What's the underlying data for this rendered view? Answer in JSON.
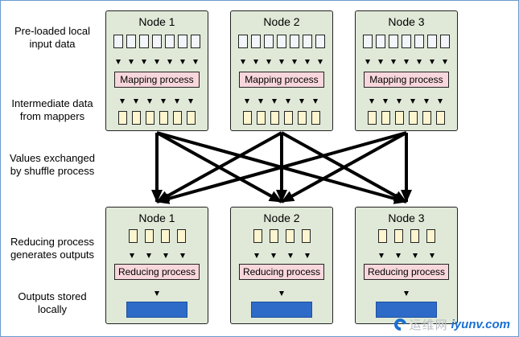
{
  "labels": {
    "preloaded": "Pre-loaded local input data",
    "intermediate": "Intermediate data from mappers",
    "shuffle": "Values exchanged by shuffle process",
    "reducing": "Reducing process generates outputs",
    "outputs": "Outputs stored locally"
  },
  "top_nodes": [
    {
      "title": "Node 1",
      "process": "Mapping process"
    },
    {
      "title": "Node 2",
      "process": "Mapping process"
    },
    {
      "title": "Node 3",
      "process": "Mapping process"
    }
  ],
  "bottom_nodes": [
    {
      "title": "Node 1",
      "process": "Reducing process"
    },
    {
      "title": "Node 2",
      "process": "Reducing process"
    },
    {
      "title": "Node 3",
      "process": "Reducing process"
    }
  ],
  "watermark": {
    "cn_text": "运维网",
    "site": "iyunv.com"
  },
  "colors": {
    "frame": "#6b9bd2",
    "node-bg": "#e0e9d8",
    "input-bg": "#f2f6fb",
    "mid-bg": "#fdf5cf",
    "process-bg": "#f8d7dc",
    "output-bg": "#2e6bc8",
    "watermark": "#1a6fd4"
  }
}
